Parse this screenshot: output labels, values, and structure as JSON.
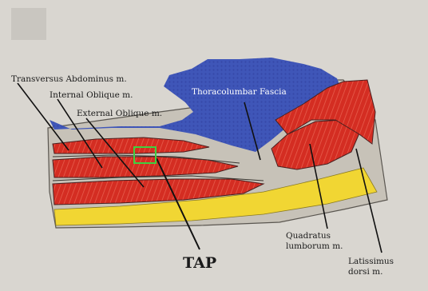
{
  "diagram": {
    "labels": {
      "transversus": "Transversus Abdominus m.",
      "internal_oblique": "Internal Oblique m.",
      "external_oblique": "External Oblique m.",
      "thoracolumbar": "Thoracolumbar Fascia",
      "quadratus_line1": "Quadratus",
      "quadratus_line2": "lumborum m.",
      "latissimus_line1": "Latissimus",
      "latissimus_line2": "dorsi m.",
      "tap": "TAP"
    },
    "colors": {
      "background": "#d9d6d0",
      "fascia": "#3f56b8",
      "muscle": "#d42d22",
      "muscle_stripe": "#f07a6a",
      "aponeurosis": "#c7c2b8",
      "yellow_fat": "#f1d633",
      "tap_marker": "#3fcf3f"
    }
  }
}
